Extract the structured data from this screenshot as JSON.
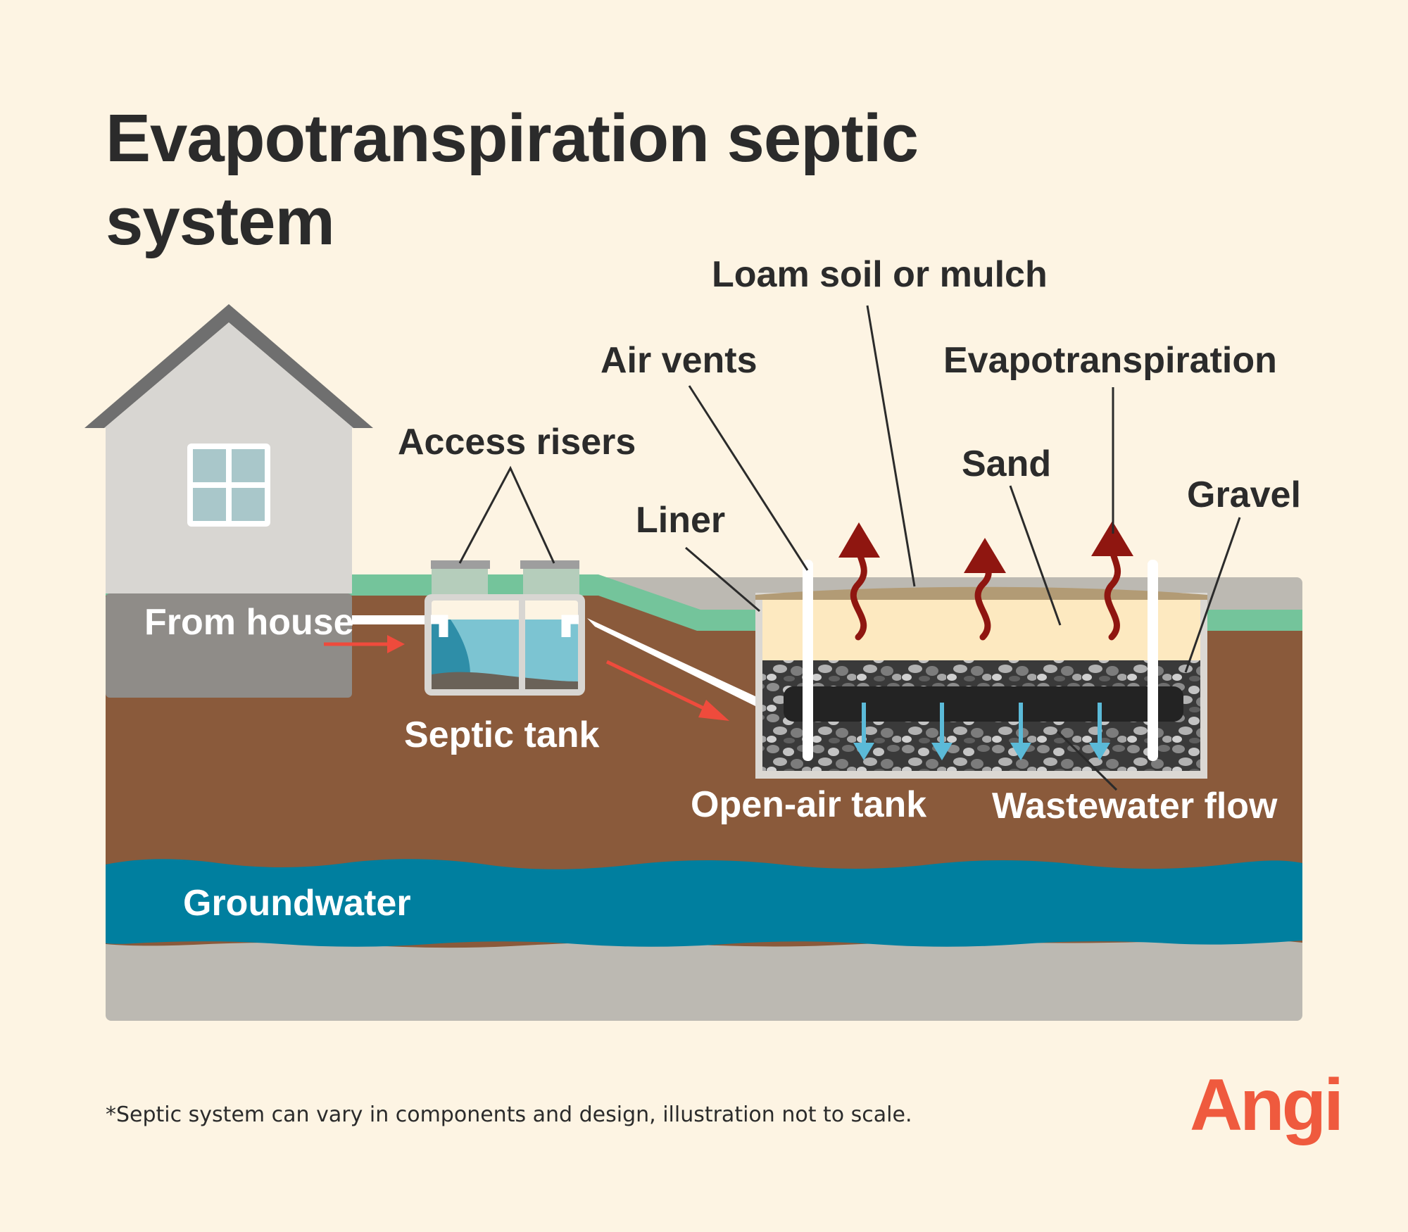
{
  "title": "Evapotranspiration septic system",
  "labels": {
    "from_house": "From house",
    "access_risers": "Access risers",
    "septic_tank": "Septic tank",
    "liner": "Liner",
    "air_vents": "Air vents",
    "loam": "Loam soil or mulch",
    "evapotranspiration": "Evapotranspiration",
    "sand": "Sand",
    "gravel": "Gravel",
    "open_air_tank": "Open-air tank",
    "wastewater_flow": "Wastewater flow",
    "groundwater": "Groundwater"
  },
  "footnote": "*Septic system can vary in components and design, illustration not to scale.",
  "brand": "Angi",
  "colors": {
    "background": "#fdf4e3",
    "soil": "#8a5a3b",
    "grass": "#74c49b",
    "groundwater": "#007f9f",
    "bedrock": "#bcb9b2",
    "sand": "#fde9c0",
    "evaporation": "#8f1610",
    "flow_arrow": "#ef4b3c",
    "water": "#7cc4d2",
    "brand": "#ef5a3e"
  }
}
